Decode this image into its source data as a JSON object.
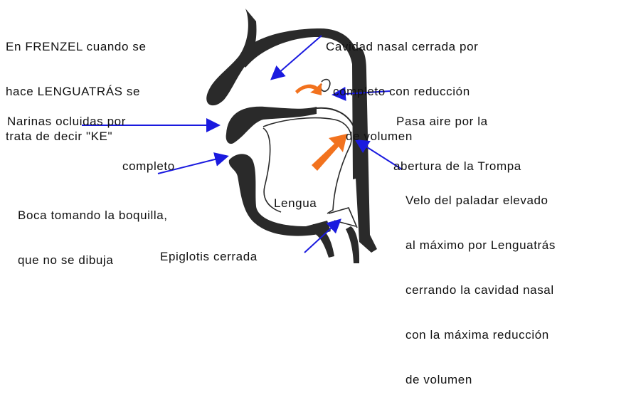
{
  "colors": {
    "anatomy": "#2a2a2a",
    "pointer_arrow": "#1a1adf",
    "airflow_arrow": "#f2721e",
    "text": "#111111"
  },
  "labels": {
    "frenzel_note": [
      "En FRENZEL cuando se",
      "hace LENGUATRÁS se",
      "trata de decir \"KE\""
    ],
    "nasal_cavity": [
      "Cavidad nasal cerrada por",
      "completo con reducción",
      "de volumen"
    ],
    "nostrils": [
      "Narinas ocluidas por",
      "completo"
    ],
    "tube_air": [
      "Pasa aire por la",
      "abertura de la Trompa"
    ],
    "velum": [
      "Velo del paladar elevado",
      "al máximo por Lenguatrás",
      "cerrando la cavidad nasal",
      "con la máxima reducción",
      "de volumen"
    ],
    "mouth": [
      "Boca tomando la boquilla,",
      "que no se dibuja"
    ],
    "tongue": "Lengua",
    "epiglottis": "Epiglotis cerrada"
  }
}
